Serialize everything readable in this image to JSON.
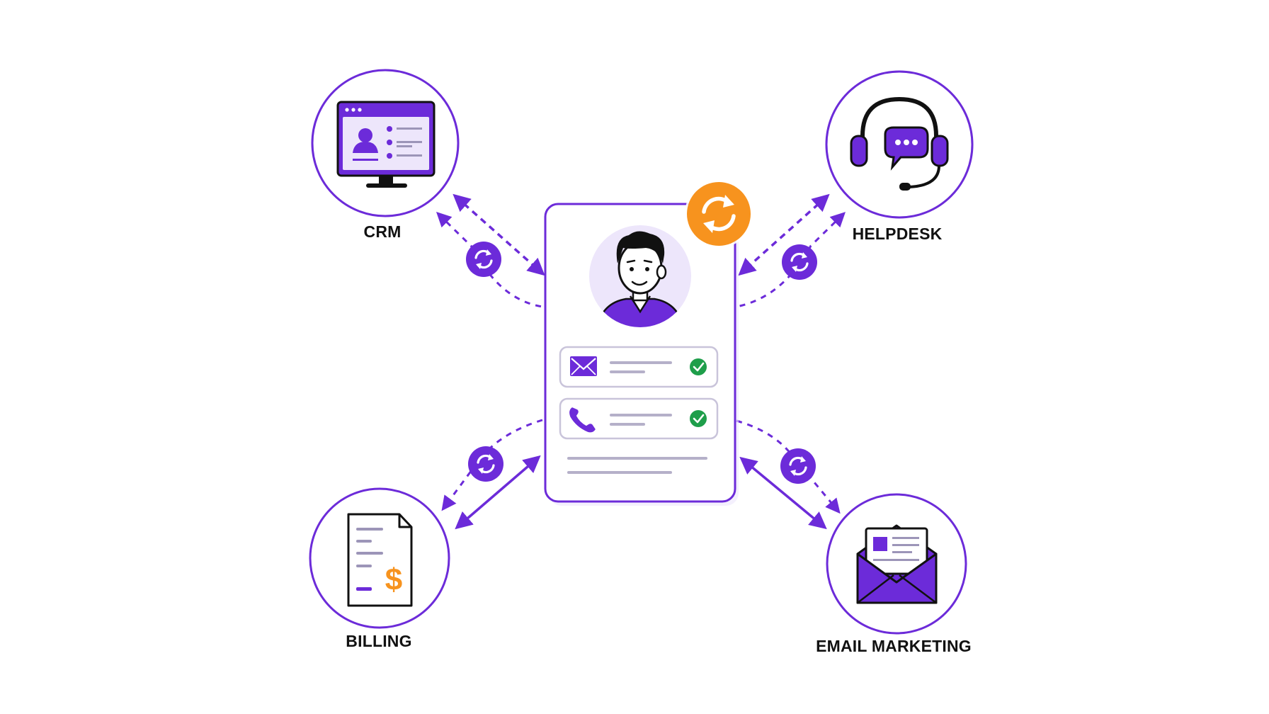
{
  "nodes": {
    "crm": {
      "label": "CRM",
      "icon": "crm-monitor-icon"
    },
    "helpdesk": {
      "label": "HELPDESK",
      "icon": "headset-icon"
    },
    "billing": {
      "label": "BILLING",
      "icon": "invoice-icon"
    },
    "email_marketing": {
      "label": "EMAIL MARKETING",
      "icon": "envelope-newsletter-icon"
    }
  },
  "hub": {
    "icon": "customer-profile-card",
    "badge_icon": "sync-icon",
    "rows": [
      {
        "icon": "mail-icon",
        "status_icon": "check-icon"
      },
      {
        "icon": "phone-icon",
        "status_icon": "check-icon"
      }
    ]
  },
  "connector_icon": "sync-icon",
  "colors": {
    "primary": "#6C2BD9",
    "primary_dark": "#5520B8",
    "primary_light": "#EDE6FB",
    "accent": "#F7931E",
    "success": "#1E9E4A",
    "line": "#9C95B8",
    "ink": "#111111"
  }
}
